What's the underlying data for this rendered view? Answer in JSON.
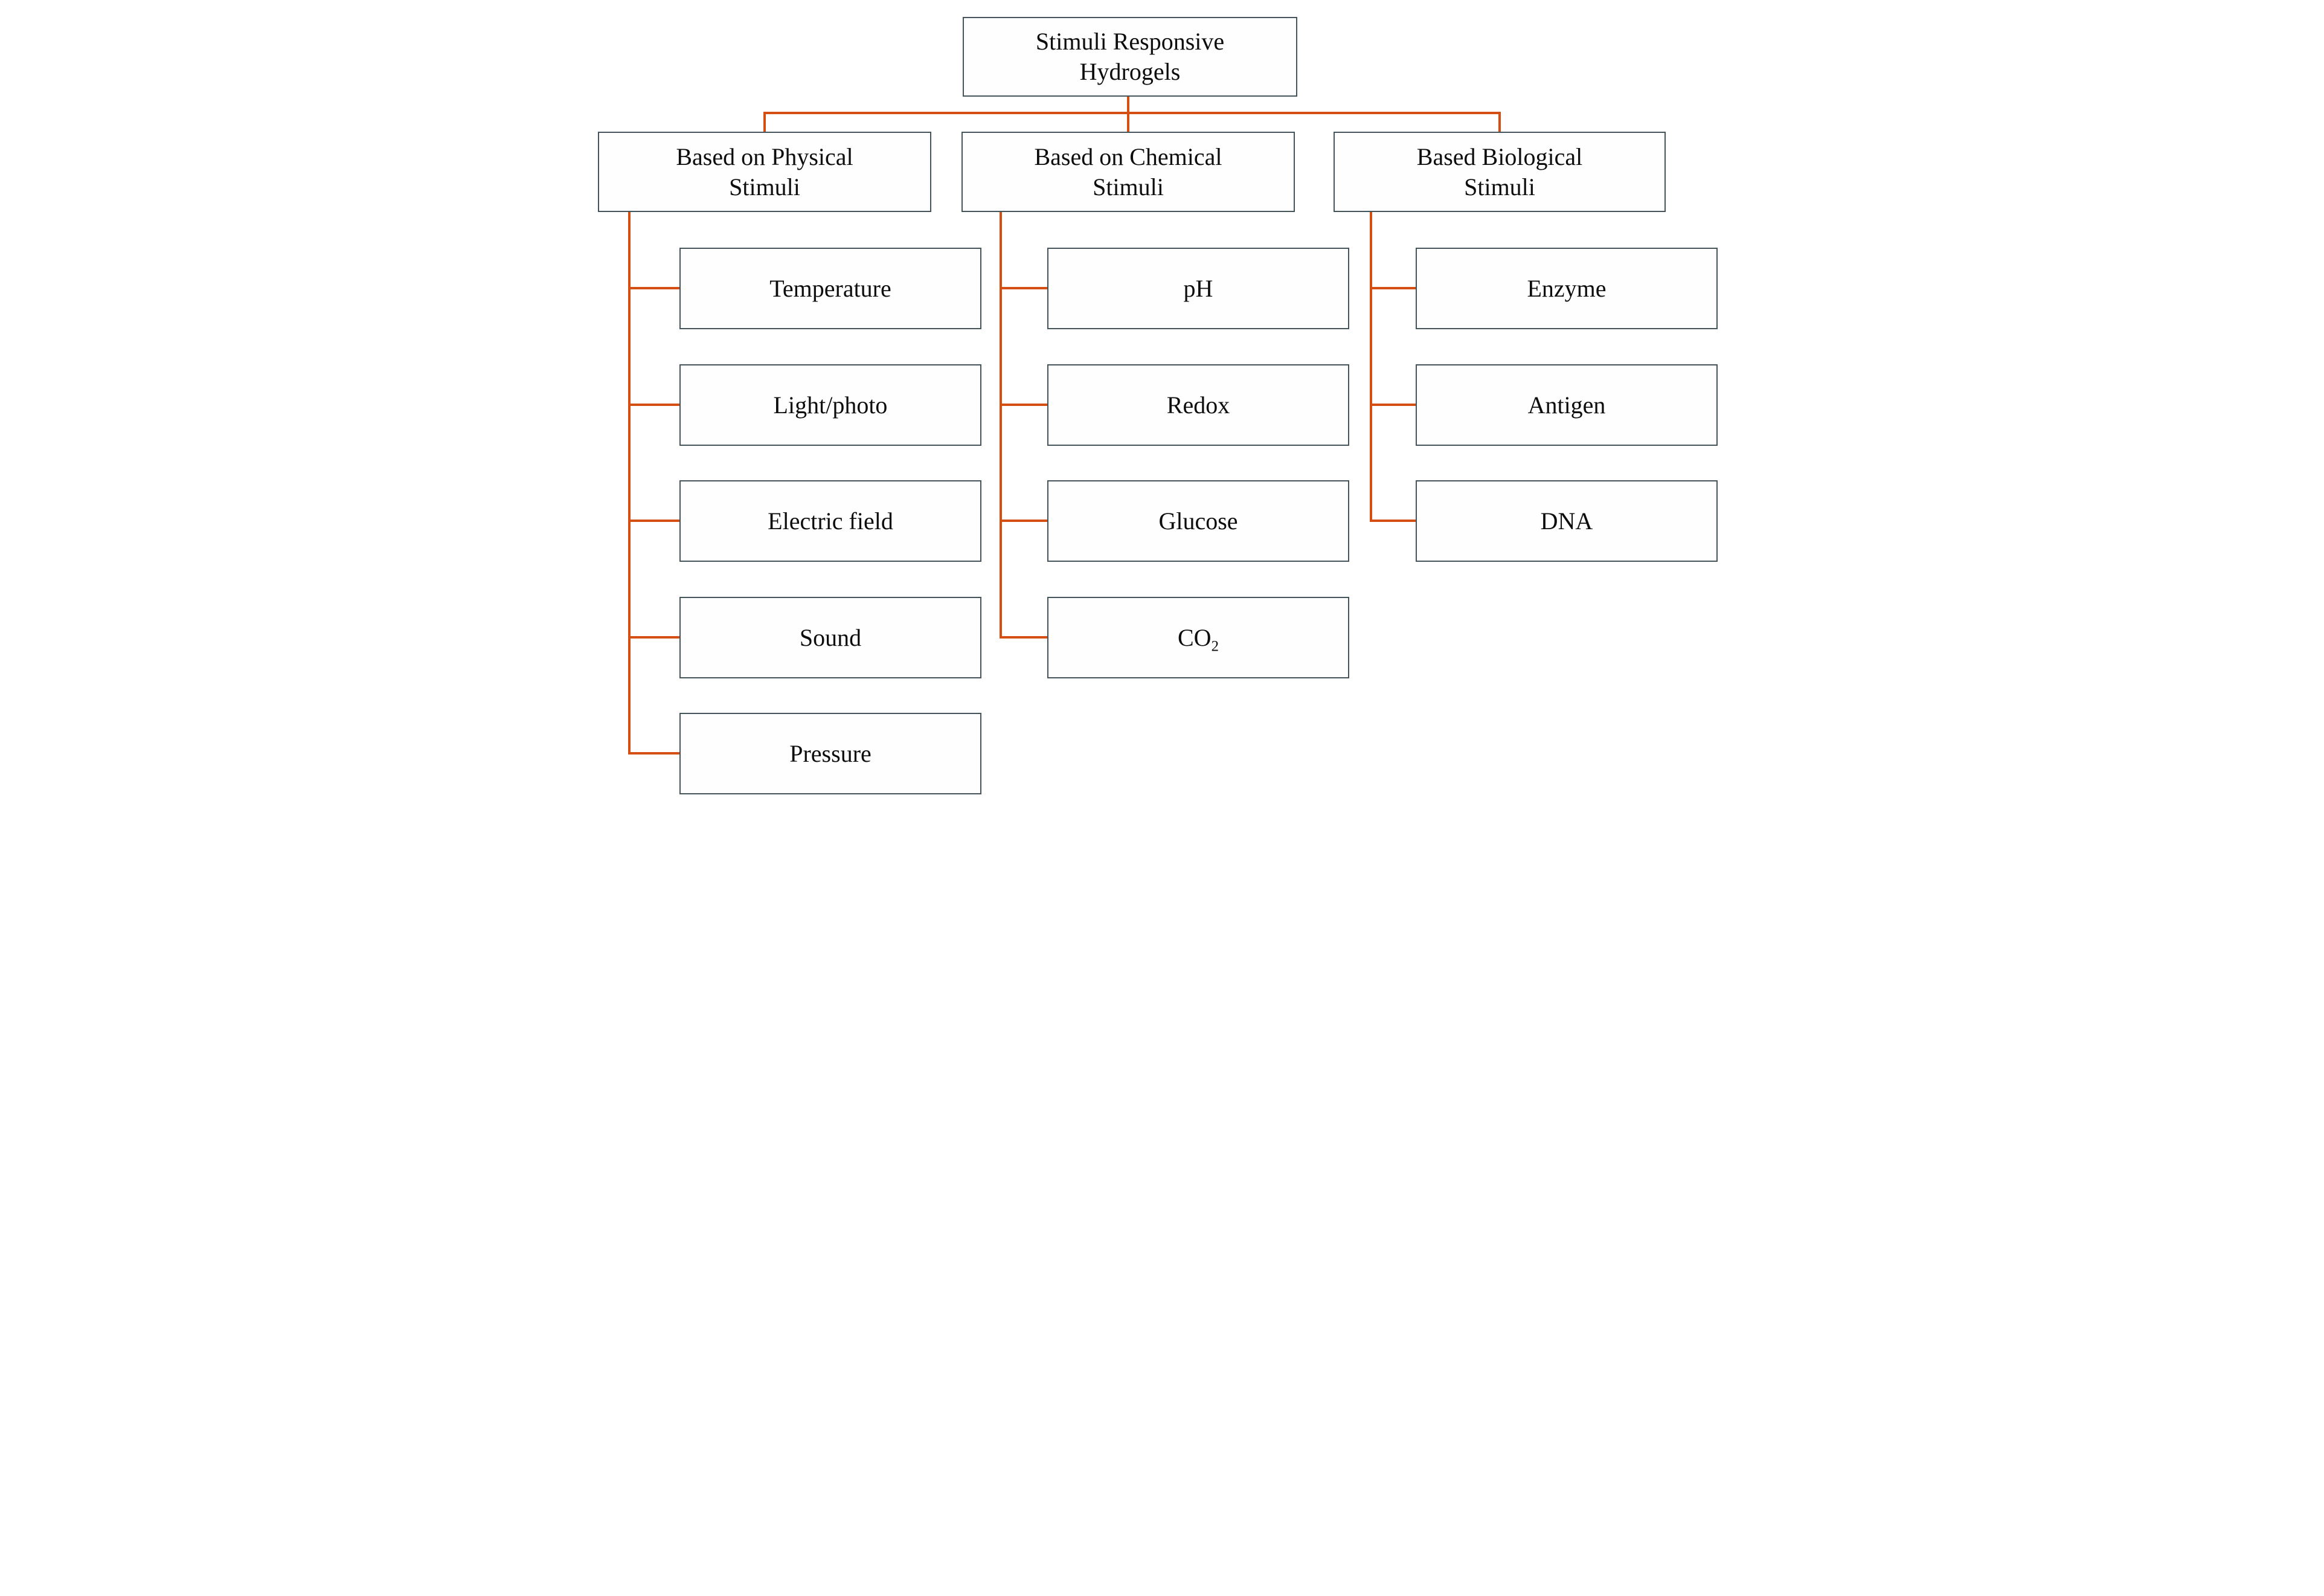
{
  "colors": {
    "connector": "#d54f12",
    "box_border": "#44545a",
    "box_fill": "#fefefe",
    "text": "#0d0d0d",
    "background": "#ffffff"
  },
  "root": {
    "label": "Stimuli Responsive\nHydrogels"
  },
  "branches": [
    {
      "id": "physical",
      "label": "Based on Physical\nStimuli",
      "children": [
        "Temperature",
        "Light/photo",
        "Electric field",
        "Sound",
        "Pressure"
      ]
    },
    {
      "id": "chemical",
      "label": "Based on Chemical\nStimuli",
      "children": [
        "pH",
        "Redox",
        "Glucose",
        {
          "main": "CO",
          "sub": "2"
        }
      ]
    },
    {
      "id": "biological",
      "label": "Based Biological\nStimuli",
      "children": [
        "Enzyme",
        "Antigen",
        "DNA"
      ]
    }
  ]
}
